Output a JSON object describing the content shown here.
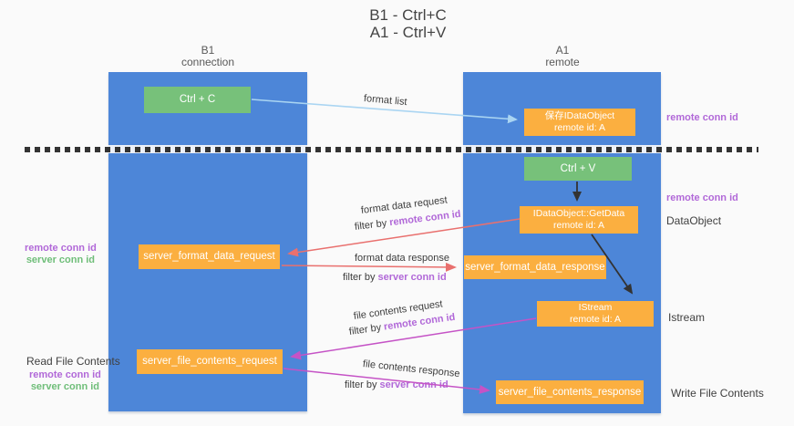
{
  "title": {
    "line1": "B1 - Ctrl+C",
    "line2": "A1 - Ctrl+V"
  },
  "lanes": {
    "left": {
      "title": "B1",
      "subtitle": "connection"
    },
    "right": {
      "title": "A1",
      "subtitle": "remote"
    }
  },
  "boxes": {
    "ctrl_c": {
      "label": "Ctrl + C"
    },
    "save_idataobject": {
      "line1": "保存IDataObject",
      "line2": "remote id: A"
    },
    "ctrl_v": {
      "label": "Ctrl + V"
    },
    "getdata": {
      "line1": "IDataObject::GetData",
      "line2": "remote id: A"
    },
    "format_request": {
      "label": "server_format_data_request"
    },
    "format_response": {
      "label": "server_format_data_response"
    },
    "istream": {
      "line1": "IStream",
      "line2": "remote id: A"
    },
    "file_request": {
      "label": "server_file_contents_request"
    },
    "file_response": {
      "label": "server_file_contents_response"
    }
  },
  "side_labels": {
    "right_remote_conn_top": "remote conn id",
    "right_remote_conn_mid": "remote conn id",
    "dataobject": "DataObject",
    "istream": "Istream",
    "write_file": "Write File Contents",
    "left_remote_conn_top": "remote conn id",
    "left_server_conn_top": "server conn id",
    "read_file": "Read File Contents",
    "left_remote_conn_bottom": "remote conn id",
    "left_server_conn_bottom": "server conn id"
  },
  "arrow_labels": {
    "format_list": "format list",
    "format_data_request": "format data request",
    "filter_by_1": "filter by ",
    "remote_conn_1": "remote conn id",
    "format_data_response": "format data response",
    "filter_by_2": "filter by ",
    "server_conn_2": "server conn id",
    "file_contents_request": "file contents request",
    "filter_by_3": "filter by ",
    "remote_conn_3": "remote conn id",
    "file_contents_response": "file contents response",
    "filter_by_4": "filter by ",
    "server_conn_4": "server conn id"
  },
  "colors": {
    "lane_blue": "#4d86d8",
    "box_green": "#77c17a",
    "box_orange": "#fbaf40",
    "arrow_light_blue": "#aad5f2",
    "arrow_red": "#e9706e",
    "arrow_magenta": "#c553c6",
    "arrow_black": "#333333",
    "text_purple": "#b168d8",
    "text_green": "#6fbe79"
  }
}
